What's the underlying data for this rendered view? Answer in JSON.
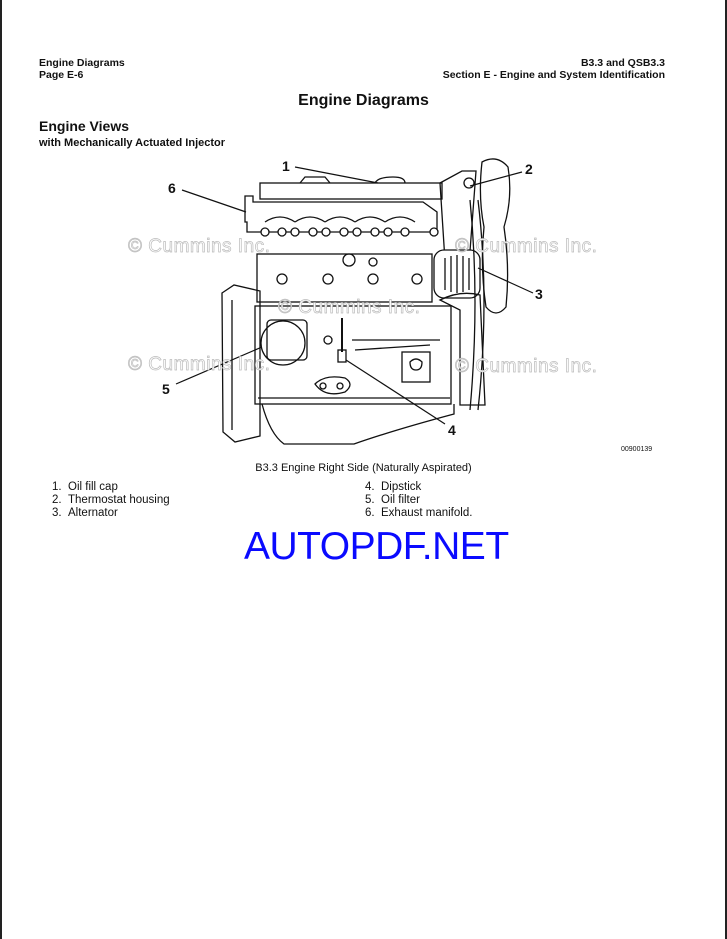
{
  "header": {
    "left_line1": "Engine Diagrams",
    "left_line2": "Page E-6",
    "right_line1": "B3.3 and QSB3.3",
    "right_line2": "Section E - Engine and System Identification"
  },
  "page_title": "Engine Diagrams",
  "section_title": "Engine Views",
  "subsection_title": "with Mechanically Actuated Injector",
  "figure": {
    "watermark": "© Cummins Inc.",
    "callouts": [
      "1",
      "2",
      "3",
      "4",
      "5",
      "6"
    ],
    "figure_id": "00900139",
    "caption": "B3.3 Engine Right Side (Naturally Aspirated)"
  },
  "legend_left": [
    {
      "num": "1.",
      "label": "Oil fill cap"
    },
    {
      "num": "2.",
      "label": "Thermostat housing"
    },
    {
      "num": "3.",
      "label": "Alternator"
    }
  ],
  "legend_right": [
    {
      "num": "4.",
      "label": "Dipstick"
    },
    {
      "num": "5.",
      "label": "Oil filter"
    },
    {
      "num": "6.",
      "label": "Exhaust manifold."
    }
  ],
  "overlay_watermark": "AUTOPDF.NET"
}
